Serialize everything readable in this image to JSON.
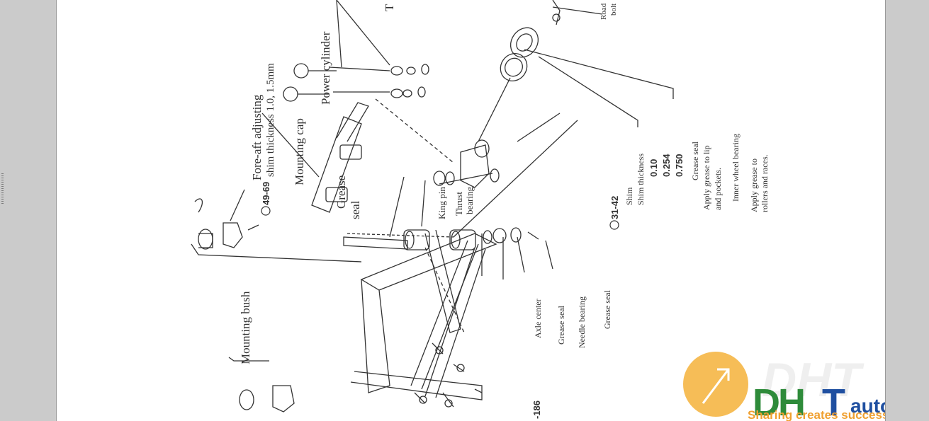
{
  "figure": {
    "labels": {
      "fore_aft_line1": "Fore-aft adjusting",
      "fore_aft_line2": "shim thickness 1.0, 1.5mm",
      "mounting_cap": "Mounting cap",
      "torque_49_69": "49-69",
      "power_cylinder": "Power cylinder",
      "top_cut": "T",
      "grease_seal_top_line1": "Grease",
      "grease_seal_top_line2": "seal",
      "king_pin": "King pin",
      "thrust_line1": "Thrust",
      "thrust_line2": "bearing",
      "mounting_bush": "Mounting bush",
      "torque_31_42": "31-42",
      "shim_line1": "Shim",
      "shim_line2": "Shim thickness",
      "shim_values": [
        "0.10",
        "0.254",
        "0.750"
      ],
      "grease_seal_right": "Grease seal",
      "apply_lip_line1": "Apply grease to lip",
      "apply_lip_line2": "and pockets.",
      "inner_wheel_bearing": "Inner wheel bearing",
      "apply_rollers_line1": "Apply grease to",
      "apply_rollers_line2": "rollers and races.",
      "axle_center": "Axle center",
      "grease_seal_bottom": "Grease seal",
      "needle_bearing": "Needle bearing",
      "grease_seal_lower": "Grease seal",
      "torque_186": "-186",
      "cut_road_line1": "Road",
      "cut_road_line2": "bolt"
    }
  },
  "watermark": {
    "brand_ghost": "DHT",
    "brand_d": "D",
    "brand_h": "H",
    "brand_t": "T",
    "brand_auto": "auto",
    "tagline": "Sharing creates success"
  },
  "colors": {
    "page": "#ffffff",
    "line": "#333333",
    "logo_circle": "#f4b23a",
    "logo_green": "#2e8b3a",
    "logo_blue": "#1f4fa0",
    "tagline": "#f0a030"
  }
}
